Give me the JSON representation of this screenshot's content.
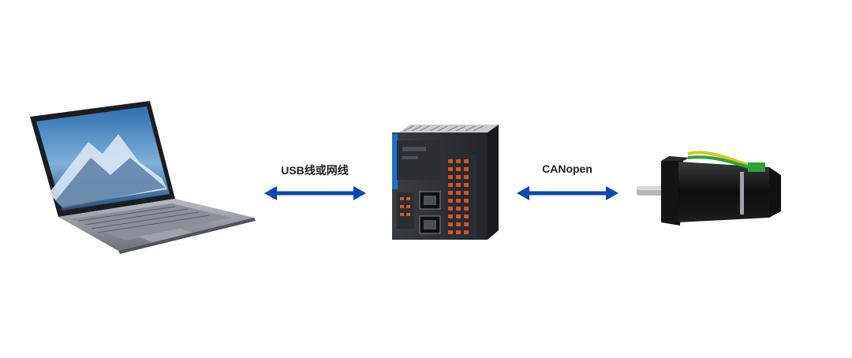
{
  "colors": {
    "arrow": "#0b47b0",
    "background": "#ffffff"
  },
  "nodes": [
    {
      "id": "laptop",
      "icon": "laptop-icon"
    },
    {
      "id": "plc",
      "icon": "plc-controller-icon"
    },
    {
      "id": "motor",
      "icon": "servo-motor-icon"
    }
  ],
  "edges": [
    {
      "from": "laptop",
      "to": "plc",
      "label": "USB线或网线",
      "direction": "both"
    },
    {
      "from": "plc",
      "to": "motor",
      "label": "CANopen",
      "direction": "both"
    }
  ]
}
